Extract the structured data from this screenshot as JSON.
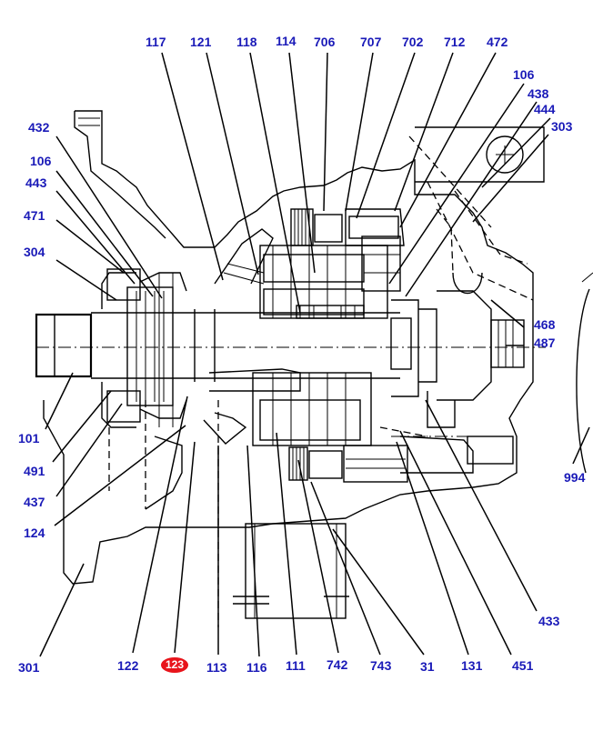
{
  "colors": {
    "label": "#1a1ab8",
    "highlight_fill": "#e8141b",
    "highlight_text": "#ffffff",
    "line": "#000000"
  },
  "diagram": {
    "highlighted_part": "123",
    "labels": {
      "p117": "117",
      "p121": "121",
      "p118": "118",
      "p114": "114",
      "p706": "706",
      "p707": "707",
      "p702": "702",
      "p712": "712",
      "p472": "472",
      "p106a": "106",
      "p438": "438",
      "p444": "444",
      "p303": "303",
      "p432": "432",
      "p106b": "106",
      "p443": "443",
      "p471": "471",
      "p304": "304",
      "p468": "468",
      "p487": "487",
      "p101": "101",
      "p491": "491",
      "p437": "437",
      "p124": "124",
      "p994": "994",
      "p433": "433",
      "p301": "301",
      "p122": "122",
      "p123": "123",
      "p113": "113",
      "p116": "116",
      "p111": "111",
      "p742": "742",
      "p743": "743",
      "p31": "31",
      "p131": "131",
      "p451": "451"
    }
  }
}
